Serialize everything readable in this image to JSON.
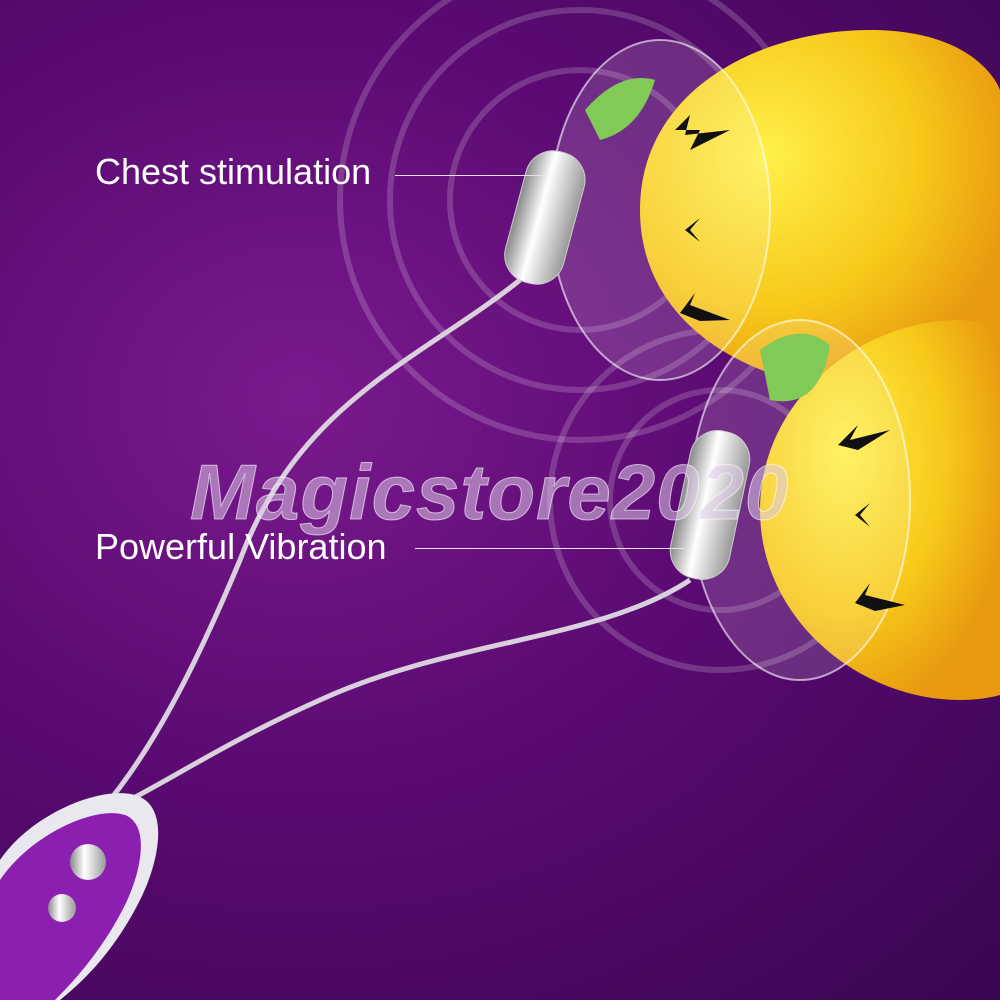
{
  "labels": {
    "chest": "Chest stimulation",
    "vibration": "Powerful Vibration"
  },
  "watermark": "Magicstore2020",
  "colors": {
    "background": "#5a0a72",
    "lemon": "#f7c91a",
    "leaf": "#6cc13a",
    "remote": "#8a1fb0"
  }
}
